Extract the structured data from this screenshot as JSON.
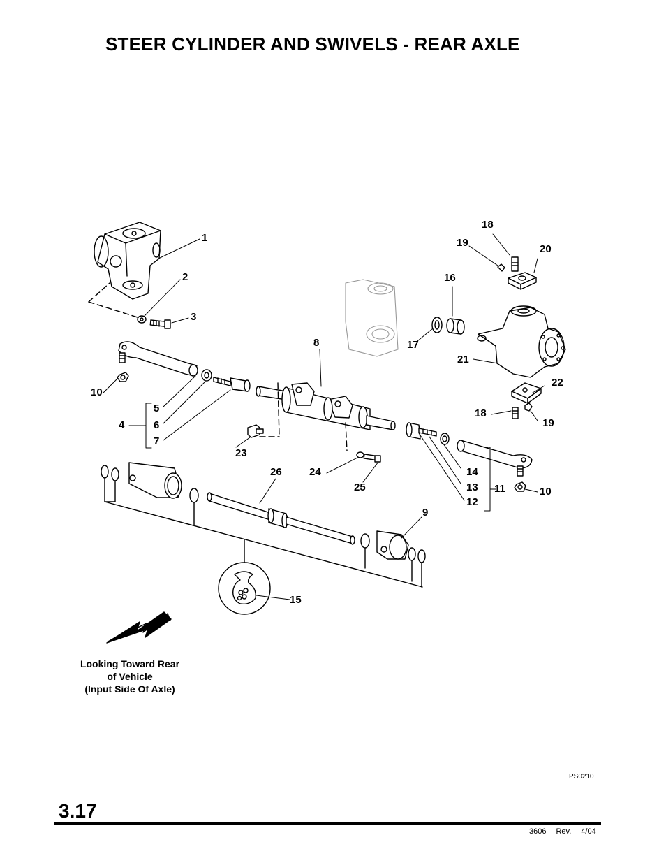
{
  "page": {
    "title": "STEER CYLINDER AND SWIVELS - REAR AXLE",
    "section_number": "3.17",
    "figure_id": "PS0210",
    "footer": {
      "doc_number": "3606",
      "rev_label": "Rev.",
      "rev_date": "4/04"
    }
  },
  "caption": {
    "line1": "Looking Toward Rear",
    "line2": "of Vehicle",
    "line3": "(Input Side Of Axle)"
  },
  "callouts": {
    "c1": "1",
    "c2": "2",
    "c3": "3",
    "c4": "4",
    "c5": "5",
    "c6": "6",
    "c7": "7",
    "c8": "8",
    "c9": "9",
    "c10a": "10",
    "c10b": "10",
    "c11": "11",
    "c12": "12",
    "c13": "13",
    "c14": "14",
    "c15": "15",
    "c16": "16",
    "c17": "17",
    "c18a": "18",
    "c18b": "18",
    "c19a": "19",
    "c19b": "19",
    "c20": "20",
    "c21": "21",
    "c22": "22",
    "c23": "23",
    "c24": "24",
    "c25": "25",
    "c26": "26"
  }
}
